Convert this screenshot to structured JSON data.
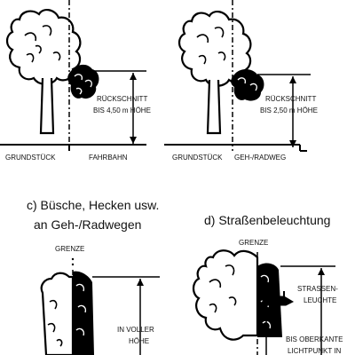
{
  "panel_a": {
    "label_cut": "RÜCKSCHNITT",
    "label_height": "BIS 4,50 m HÖHE",
    "label_plot": "GRUNDSTÜCK",
    "label_road": "FAHRBAHN"
  },
  "panel_b": {
    "label_cut": "RÜCKSCHNITT",
    "label_height": "BIS 2,50 m HÖHE",
    "label_plot": "GRUNDSTÜCK",
    "label_road": "GEH-/RADWEG"
  },
  "panel_c": {
    "title_line1": "c) Büsche, Hecken usw.",
    "title_line2": "an Geh-/Radwegen",
    "label_border": "GRENZE",
    "label_height1": "IN VOLLER",
    "label_height2": "HÖHE"
  },
  "panel_d": {
    "title": "d) Straßenbeleuchtung",
    "label_border": "GRENZE",
    "label_lamp1": "STRASSEN-",
    "label_lamp2": "LEUCHTE",
    "label_limit1": "BIS OBERKANTE",
    "label_limit2": "LICHTPUNKT IN"
  }
}
